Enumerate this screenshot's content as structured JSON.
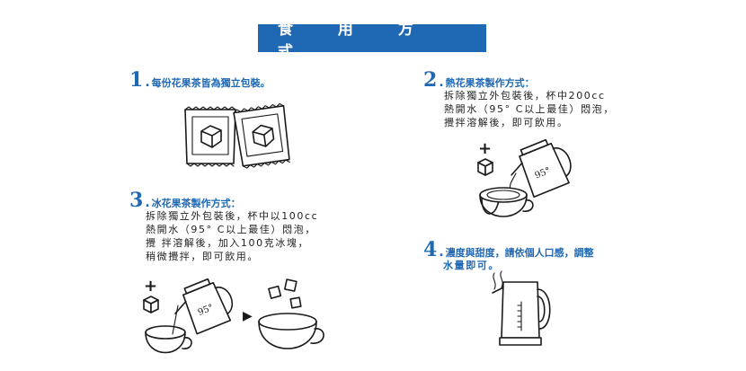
{
  "header": {
    "title": "食 用 方 式"
  },
  "steps": [
    {
      "num": "1",
      "dot": ".",
      "title": "每份花果茶皆為獨立包裝。",
      "body": ""
    },
    {
      "num": "2",
      "dot": ".",
      "title": "熱花果茶製作方式：",
      "body": "拆除獨立外包裝後，杯中200cc\n熱開水（95° C以上最佳）悶泡，\n攪拌溶解後，即可飲用。"
    },
    {
      "num": "3",
      "dot": ".",
      "title": "冰花果茶製作方式：",
      "body": "拆除獨立外包裝後，杯中以100cc\n熱開水（95° C以上最佳）悶泡，\n攪 拌溶解後，加入100克冰塊，\n稍微攪拌，即可飲用。"
    },
    {
      "num": "4",
      "dot": ".",
      "title": "濃度與甜度，請依個人口感，調整",
      "body": "水量即可。"
    }
  ],
  "illustrations": {
    "kettle_temp": "95°",
    "plus_sign": "+",
    "arrow": "▶"
  },
  "colors": {
    "accent": "#1f68b3",
    "ink": "#1a1a1a",
    "background": "#ffffff"
  }
}
